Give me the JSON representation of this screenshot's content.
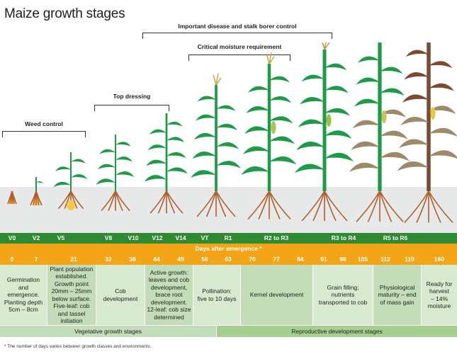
{
  "title": "Maize growth stages",
  "colors": {
    "stage_bar": "#2e8b32",
    "days_bar": "#f3a417",
    "desc_a": "#d7ead0",
    "desc_b": "#c3ddb8",
    "veg_bar": "#c3ddb8",
    "rep_bar": "#a4cf90",
    "soil": "#e7e8e8",
    "leaf": "#1e9a49",
    "root": "#b15f2d"
  },
  "brackets": [
    {
      "label": "Weed control"
    },
    {
      "label": "Top dressing"
    },
    {
      "label": "Important disease and stalk borer control"
    },
    {
      "label": "Critical moisture requirement"
    }
  ],
  "stages": [
    "V0",
    "V2",
    "V5",
    "V8",
    "V10",
    "V12",
    "V14",
    "VT",
    "R1",
    "R2 to R3",
    "R3 to R4",
    "R5 to R6"
  ],
  "days_title": "Days after emergence *",
  "days": [
    "0",
    "7",
    "21",
    "32",
    "38",
    "44",
    "49",
    "56",
    "63",
    "70",
    "77",
    "84",
    "91",
    "98",
    "105",
    "112",
    "119",
    "160"
  ],
  "descriptions": [
    {
      "lines": [
        "Germination",
        "and",
        "emergence.",
        "Planting depth",
        "5cm – 8cm"
      ]
    },
    {
      "lines": [
        "Plant population",
        "established.",
        "Growth point",
        "20mm – 25mm",
        "below surface.",
        "Five-leaf: cob",
        "and tassel",
        "initiation"
      ]
    },
    {
      "lines": [
        "Cob",
        "development"
      ]
    },
    {
      "lines": [
        "Active growth:",
        "leaves and cob",
        "development,",
        "brace root",
        "development.",
        "12-leaf: cob size",
        "determined"
      ]
    },
    {
      "lines": [
        "Pollination:",
        "five to 10 days"
      ]
    },
    {
      "lines": [
        "Kernel development"
      ]
    },
    {
      "lines": [
        "Grain filling;",
        "nutrients",
        "transported to cob"
      ]
    },
    {
      "lines": [
        "Physiological",
        "maturity – end",
        "of mass gain"
      ]
    },
    {
      "lines": [
        "Ready for",
        "harvest",
        "– 14%",
        "moisture"
      ]
    }
  ],
  "groups": {
    "vegetative": "Vegetative growth stages",
    "reproductive": "Reproductive development stages"
  },
  "footnote": "* The number of days varies between growth classes and environments."
}
